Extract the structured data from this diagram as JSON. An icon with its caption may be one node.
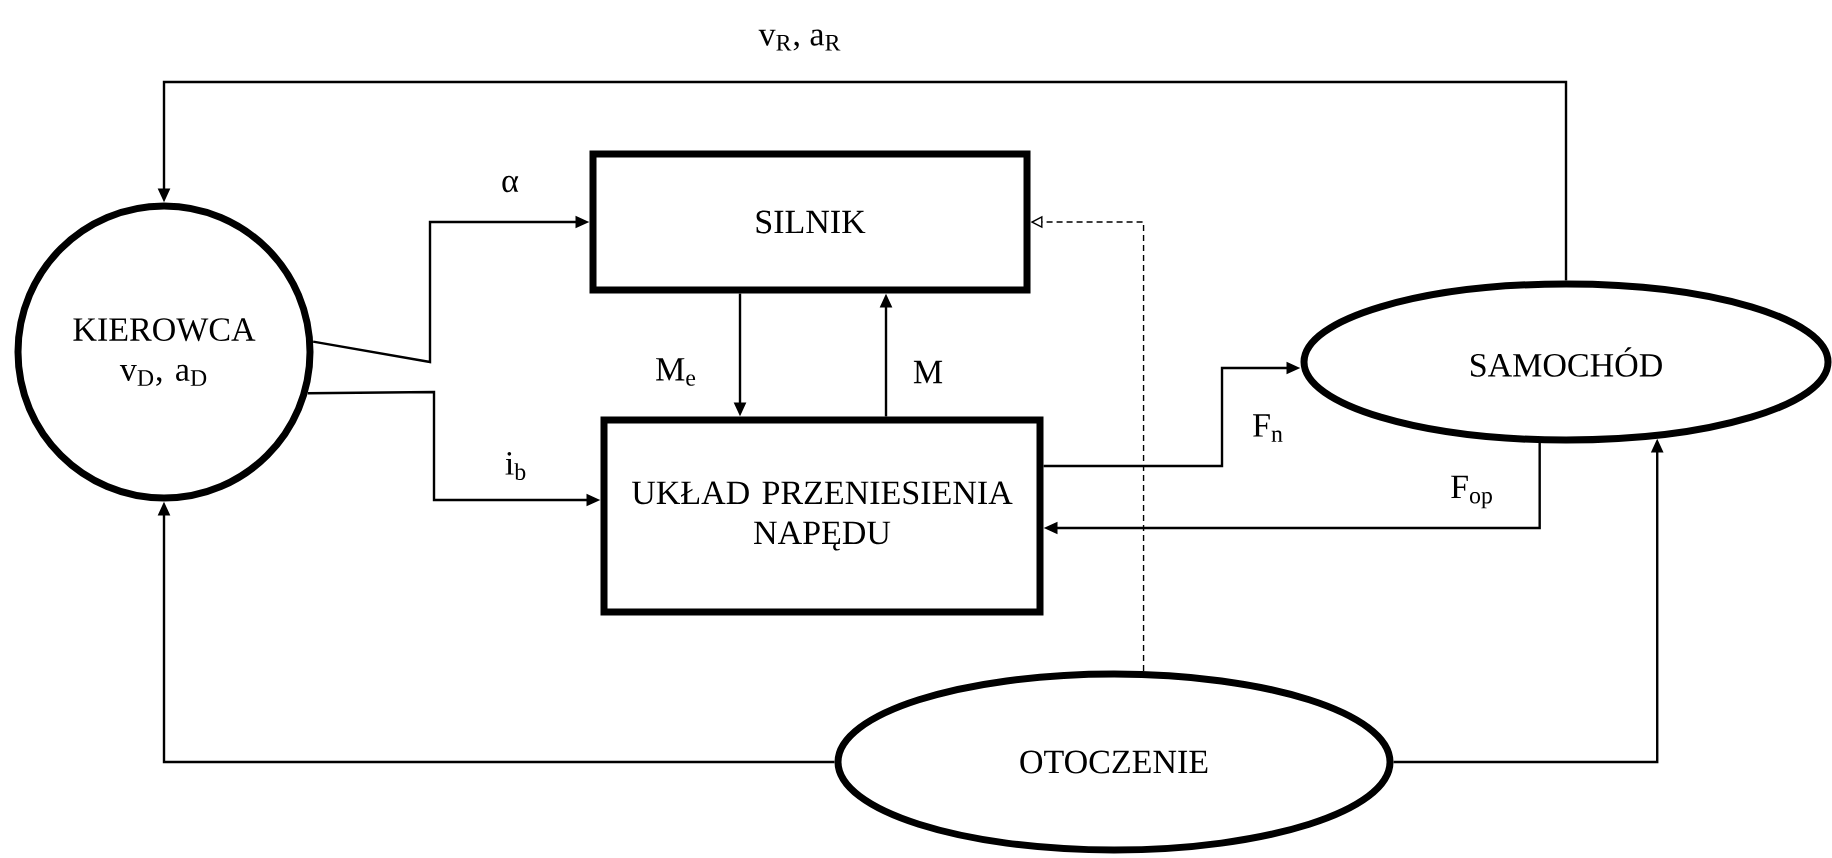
{
  "diagram": {
    "nodes": [
      {
        "text": [
          "KIEROWCA",
          "v$_{D}$, a$_{D}$"
        ]
      },
      {
        "text": [
          "SILNIK"
        ]
      },
      {
        "text": [
          "UKŁAD PRZENIESIENIA NAPĘDU"
        ]
      },
      {
        "text": [
          "SAMOCHÓD"
        ]
      },
      {
        "text": [
          "OTOCZENIE"
        ]
      }
    ],
    "edges": [
      {
        "from": 3,
        "to": 0,
        "arrow": "to",
        "label": "v$_{R}$, a$_{R}$"
      },
      {
        "from": 0,
        "to": 1,
        "arrow": "to",
        "label": "α"
      },
      {
        "from": 0,
        "to": 2,
        "arrow": "to",
        "label": "i$_{b}$"
      },
      {
        "from": 1,
        "to": 2,
        "arrow": "to",
        "label": "M$_{e}$"
      },
      {
        "from": 2,
        "to": 1,
        "arrow": "to",
        "label": "M"
      },
      {
        "from": 2,
        "to": 3,
        "arrow": "to",
        "label": "F$_{n}$"
      },
      {
        "from": 3,
        "to": 2,
        "arrow": "to",
        "label": "F$_{op}$"
      },
      {
        "from": 4,
        "to": 1,
        "arrow": "to",
        "style": "dashed"
      },
      {
        "from": 4,
        "to": 0,
        "arrow": "to"
      },
      {
        "from": 4,
        "to": 3,
        "arrow": "to"
      }
    ]
  }
}
